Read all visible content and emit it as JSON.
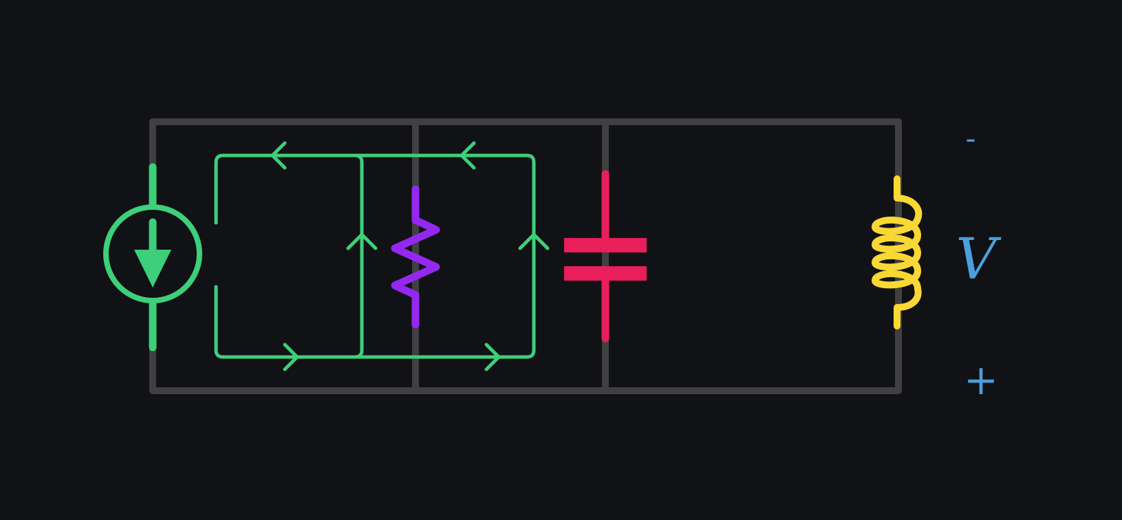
{
  "diagram": {
    "type": "parallel-rlc-circuit",
    "components": [
      {
        "kind": "current-source",
        "color": "#3ecf7a"
      },
      {
        "kind": "resistor",
        "color": "#9428f0"
      },
      {
        "kind": "capacitor",
        "color": "#e91e5a"
      },
      {
        "kind": "inductor",
        "color": "#f9d833"
      }
    ],
    "wire_color": "#404040",
    "current_loop_color": "#3ecf7a",
    "voltage_label_color": "#4a9fdc",
    "labels": {
      "minus": "-",
      "voltage": "V",
      "plus": "+"
    },
    "background": "#111215"
  }
}
